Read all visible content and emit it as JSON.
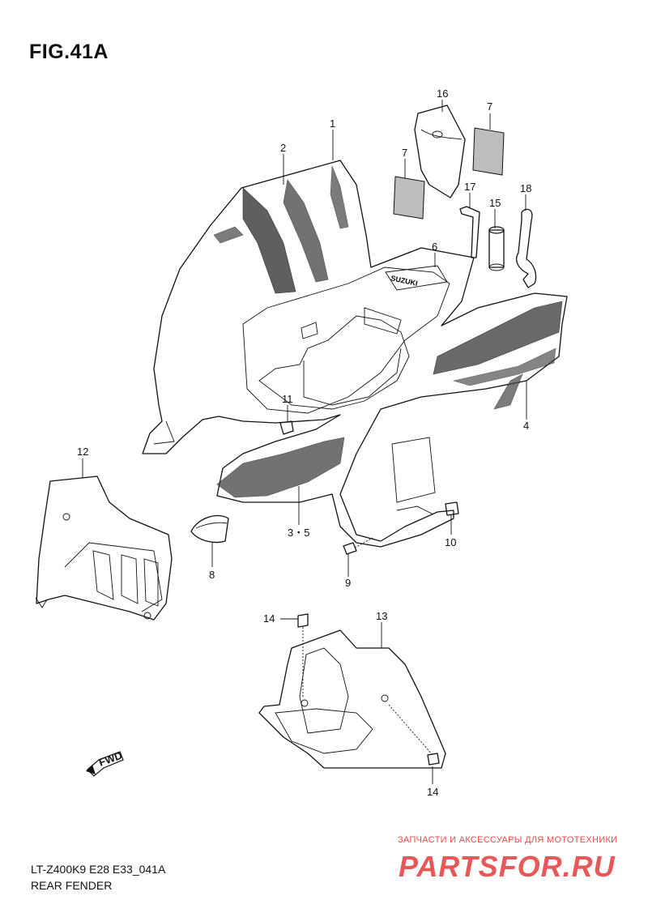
{
  "figure": {
    "title": "FIG.41A",
    "model_code": "LT-Z400K9  E28  E33_041A",
    "caption": "REAR FENDER"
  },
  "callouts": [
    {
      "id": "c1",
      "label": "1"
    },
    {
      "id": "c2",
      "label": "2"
    },
    {
      "id": "c16",
      "label": "16"
    },
    {
      "id": "c7a",
      "label": "7"
    },
    {
      "id": "c7b",
      "label": "7"
    },
    {
      "id": "c17",
      "label": "17"
    },
    {
      "id": "c15",
      "label": "15"
    },
    {
      "id": "c18",
      "label": "18"
    },
    {
      "id": "c6",
      "label": "6"
    },
    {
      "id": "c4",
      "label": "4"
    },
    {
      "id": "c11",
      "label": "11"
    },
    {
      "id": "c12",
      "label": "12"
    },
    {
      "id": "c35",
      "label": "3・5"
    },
    {
      "id": "c8",
      "label": "8"
    },
    {
      "id": "c9",
      "label": "9"
    },
    {
      "id": "c10",
      "label": "10"
    },
    {
      "id": "c14a",
      "label": "14"
    },
    {
      "id": "c13",
      "label": "13"
    },
    {
      "id": "c14b",
      "label": "14"
    }
  ],
  "fwd_arrow": {
    "label": "FWD"
  },
  "watermark": {
    "text": "ЗАПЧАСТИ И АКСЕССУАРЫ ДЛЯ МОТОТЕХНИКИ",
    "logo": "PARTSFOR.RU"
  }
}
